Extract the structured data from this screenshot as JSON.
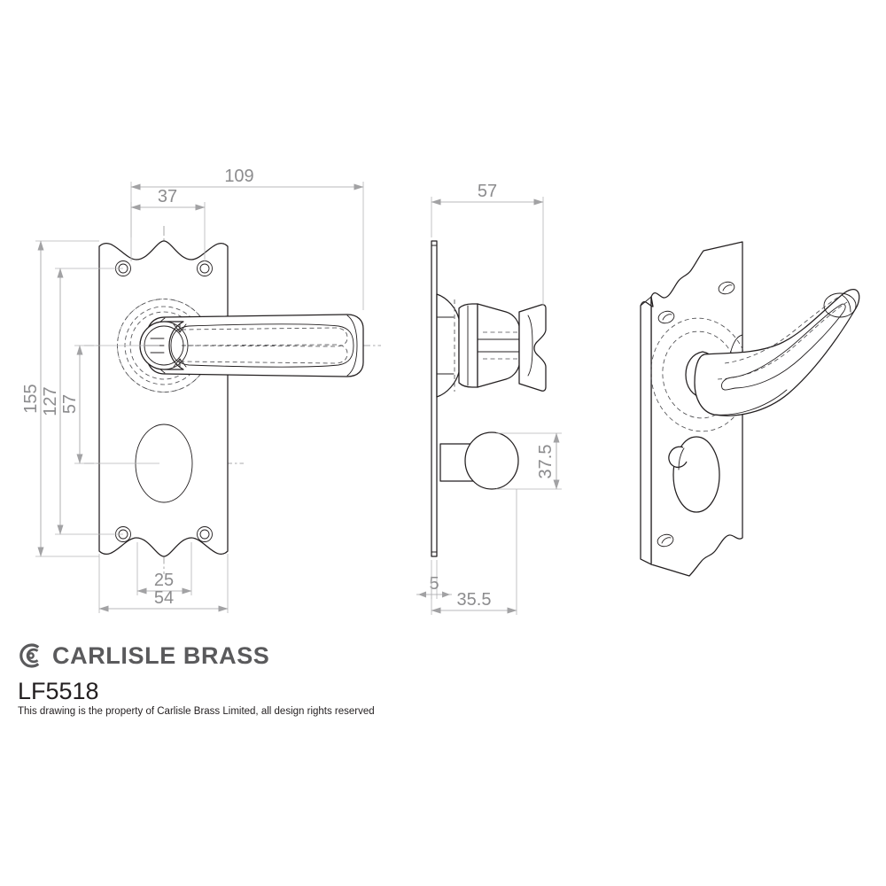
{
  "drawing": {
    "product_code": "LF5518",
    "brand": "CARLISLE BRASS",
    "logo_icon": "carlisle-c-logo",
    "rights_notice": "This drawing is the property of Carlisle Brass Limited, all design rights reserved",
    "line_color": "#231f20",
    "dimension_color": "#9a9a9c",
    "hidden_line_color": "#6e6e70",
    "background": "#ffffff"
  },
  "views": {
    "front": {
      "name": "front-elevation",
      "description": "Lever on backplate with bathroom turn, front view"
    },
    "side": {
      "name": "side-elevation",
      "description": "Side profile showing lever projection and turn"
    },
    "iso": {
      "name": "isometric-view",
      "description": "Three quarter perspective of lever on backplate"
    }
  },
  "dimensions": {
    "front": [
      {
        "label": "109",
        "axis": "horizontal",
        "note": "overall lever length from plate edge"
      },
      {
        "label": "37",
        "axis": "horizontal",
        "note": "screw hole to rose centre"
      },
      {
        "label": "155",
        "axis": "vertical",
        "note": "backplate overall height"
      },
      {
        "label": "127",
        "axis": "vertical",
        "note": "screw centres"
      },
      {
        "label": "57",
        "axis": "vertical",
        "note": "rose centre to turn centre"
      },
      {
        "label": "25",
        "axis": "horizontal",
        "note": "turn spindle width"
      },
      {
        "label": "54",
        "axis": "horizontal",
        "note": "backplate width"
      }
    ],
    "side": [
      {
        "label": "57",
        "axis": "horizontal",
        "note": "lever projection"
      },
      {
        "label": "37.5",
        "axis": "vertical",
        "note": "turn knob height"
      },
      {
        "label": "5",
        "axis": "horizontal",
        "note": "backplate thickness"
      },
      {
        "label": "35.5",
        "axis": "horizontal",
        "note": "turn projection"
      }
    ]
  },
  "chart_data": {
    "type": "table",
    "title": "LF5518 Lever on Backplate Dimensions (mm)",
    "categories": [
      "109",
      "37",
      "155",
      "127",
      "57",
      "25",
      "54",
      "57",
      "37.5",
      "5",
      "35.5"
    ],
    "values": [
      109,
      37,
      155,
      127,
      57,
      25,
      54,
      57,
      37.5,
      5,
      35.5
    ]
  }
}
